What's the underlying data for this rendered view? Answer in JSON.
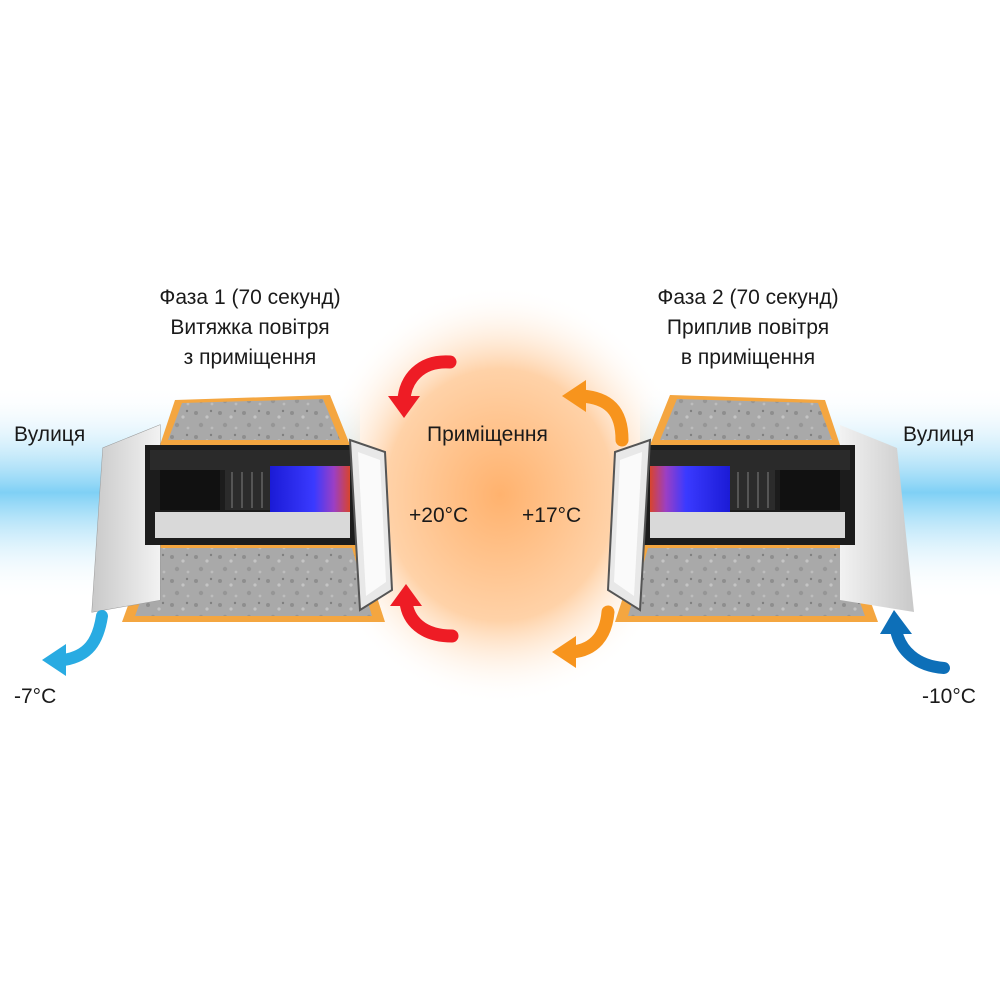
{
  "phase1": {
    "line1": "Фаза 1 (70 секунд)",
    "line2": "Витяжка повітря",
    "line3": "з приміщення"
  },
  "phase2": {
    "line1": "Фаза 2 (70 секунд)",
    "line2": "Приплив повітря",
    "line3": "в приміщення"
  },
  "labels": {
    "street_left": "Вулиця",
    "street_right": "Вулиця",
    "room": "Приміщення",
    "temp_room_left": "+20°C",
    "temp_room_right": "+17°C",
    "temp_out_left": "-7°C",
    "temp_out_right": "-10°C"
  },
  "colors": {
    "street_blue": "#7fd0f5",
    "room_orange": "#ffc089",
    "arrow_red": "#ee1c25",
    "arrow_orange": "#f7941d",
    "arrow_light_blue": "#29abe2",
    "arrow_dark_blue": "#0d6fb8",
    "wall_orange": "#f4a640"
  },
  "icons": {
    "left_unit": "recuperator-unit-exhaust",
    "right_unit": "recuperator-unit-supply"
  }
}
